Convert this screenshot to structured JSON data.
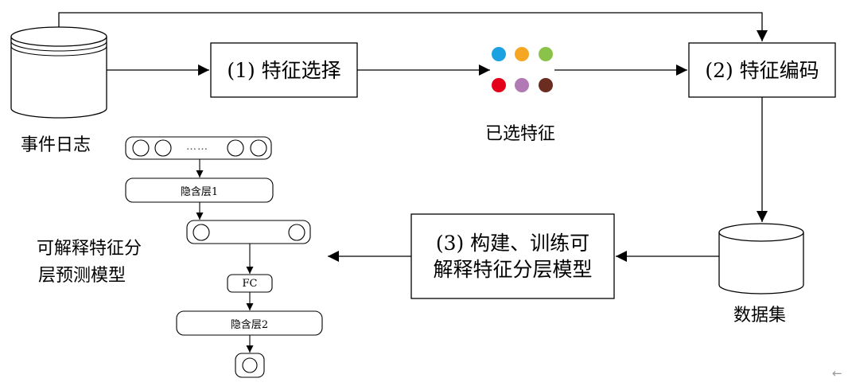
{
  "labels": {
    "event_log": "事件日志",
    "feature_selection": "(1) 特征选择",
    "selected_features": "已选特征",
    "feature_encoding": "(2) 特征编码",
    "dataset": "数据集",
    "build_train_line1": "(3) 构建、训练可",
    "build_train_line2": "解释特征分层模型",
    "model_name_line1": "可解释特征分",
    "model_name_line2": "层预测模型",
    "hidden_layer_1": "隐含层1",
    "hidden_layer_2": "隐含层2",
    "fc": "FC",
    "ellipsis": "……",
    "back_arrow": "←"
  },
  "selected_feature_colors": [
    "#1ba1e2",
    "#f5a623",
    "#8bc34a",
    "#e3001b",
    "#b27ab4",
    "#6b2d1f"
  ]
}
